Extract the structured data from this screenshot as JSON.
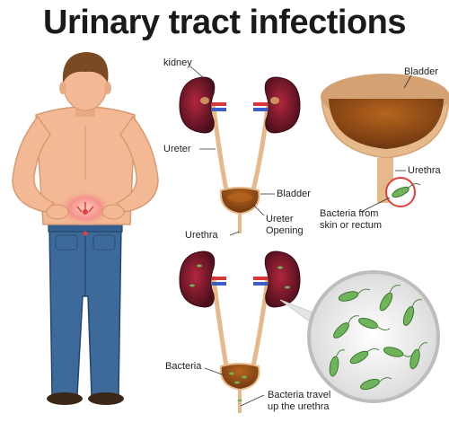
{
  "title": "Urinary tract infections",
  "labels": {
    "kidney": "kidney",
    "ureter": "Ureter",
    "bladder_top": "Bladder",
    "ureter_opening_1": "Ureter",
    "ureter_opening_2": "Opening",
    "urethra_top": "Urethra",
    "bladder_zoom": "Bladder",
    "urethra_zoom": "Urethra",
    "bacteria_from_1": "Bacteria from",
    "bacteria_from_2": "skin or rectum",
    "bacteria": "Bacteria",
    "bacteria_travel_1": "Bacteria travel",
    "bacteria_travel_2": "up the urethra"
  },
  "colors": {
    "kidney_dark": "#4a0f1c",
    "kidney_red": "#9b1d32",
    "ureter": "#e6b98a",
    "bladder_brown": "#8a4a12",
    "bacteria_green": "#6fb35a",
    "pain_red": "#e0403a",
    "jeans": "#3d6a9a",
    "skin": "#f2b994",
    "hair": "#7a4a22"
  }
}
